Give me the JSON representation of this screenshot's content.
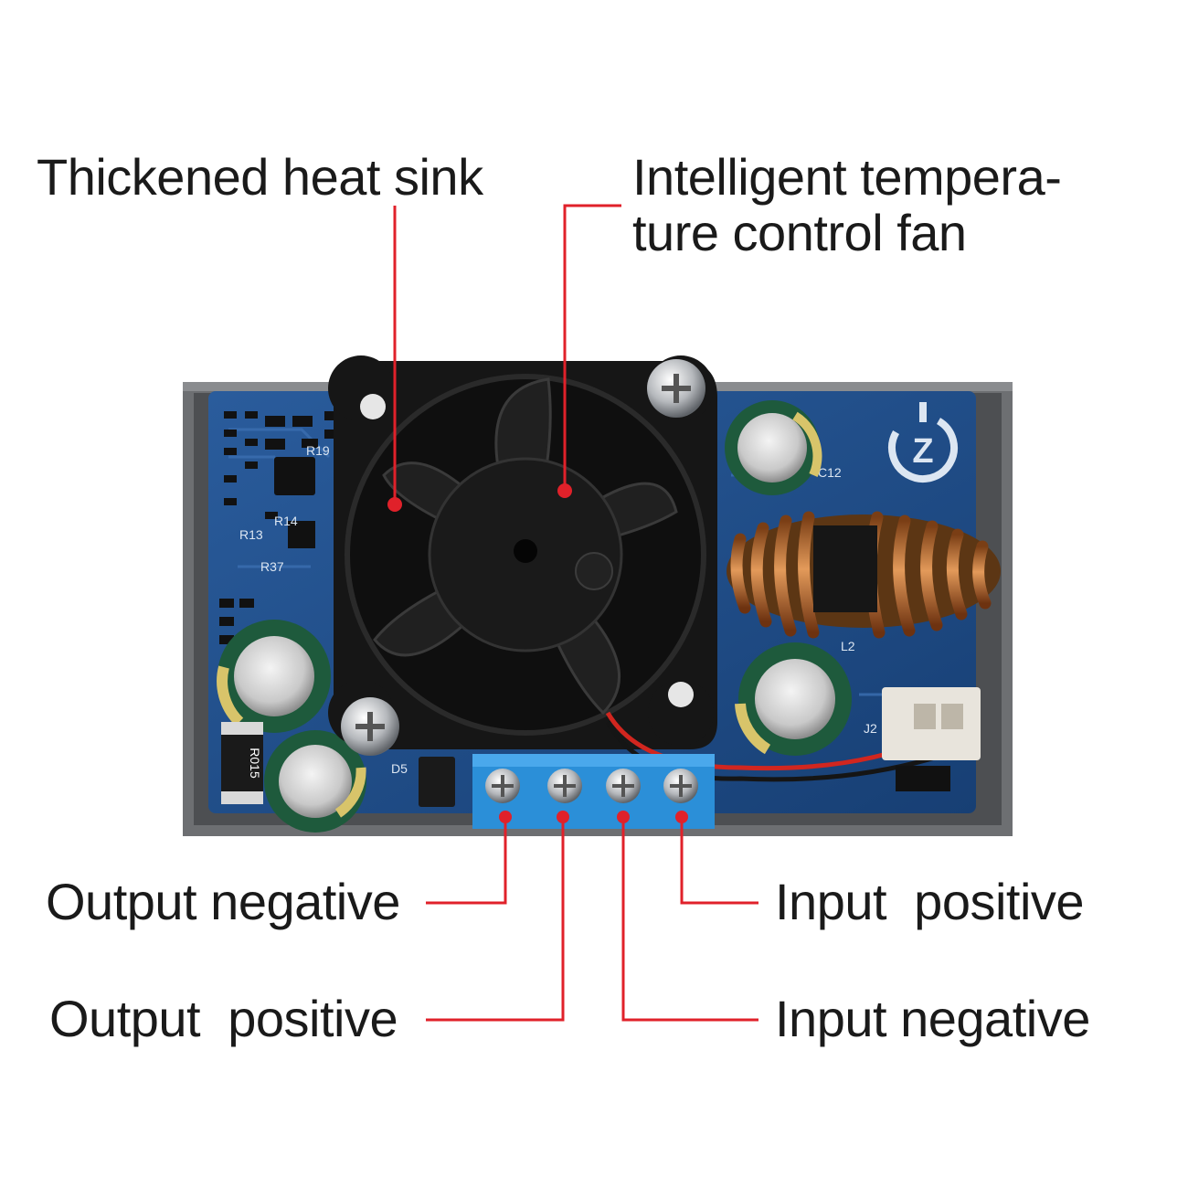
{
  "callouts": {
    "heat_sink": "Thickened heat sink",
    "fan_line1": "Intelligent tempera-",
    "fan_line2": "ture control fan",
    "output_negative": "Output negative",
    "output_positive": "Output  positive",
    "input_positive": "Input  positive",
    "input_negative": "Input negative"
  },
  "board": {
    "silkscreen": [
      "R13",
      "R37",
      "R14",
      "R19",
      "C12",
      "L2",
      "J2",
      "D5",
      "R015"
    ],
    "logo_letter": "Z"
  },
  "colors": {
    "leader_line": "#e0212a",
    "pcb": "#1f4f8f",
    "enclosure": "#6c6e71",
    "terminal_block": "#2a8fd6",
    "fan": "#141414",
    "inductor_copper": "#b8642a"
  }
}
